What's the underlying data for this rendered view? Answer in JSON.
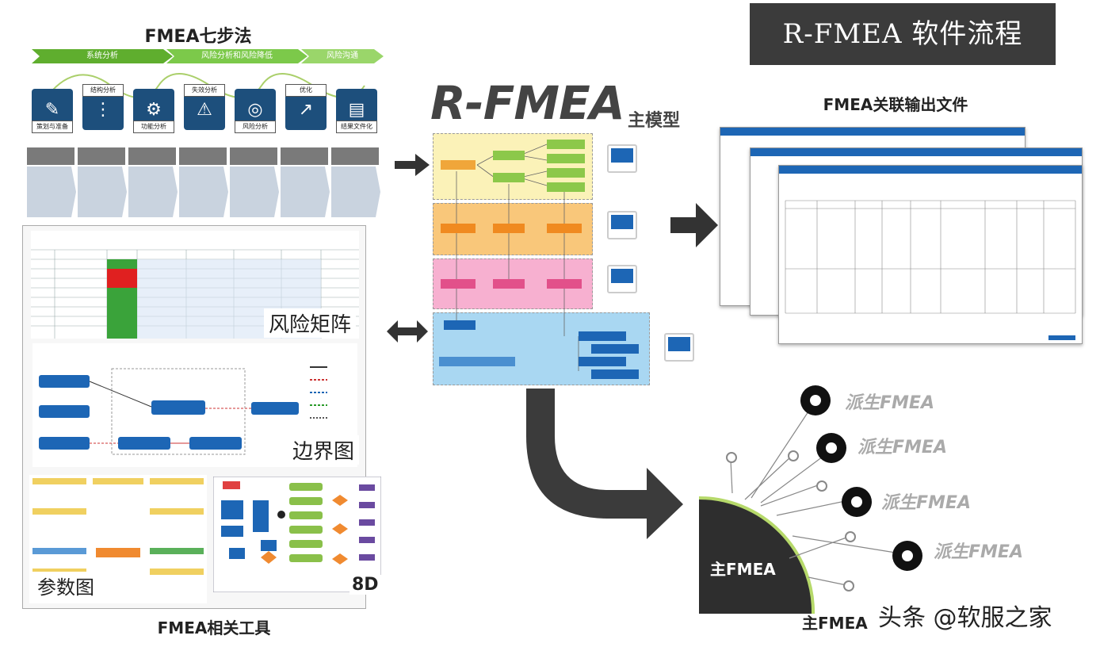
{
  "banner": {
    "title": "R-FMEA 软件流程"
  },
  "seven_steps": {
    "title": "FMEA七步法",
    "phases": [
      "系统分析",
      "风险分析和风险降低",
      "风险沟通"
    ],
    "labels": [
      "策划与准备",
      "结构分析",
      "功能分析",
      "失效分析",
      "风险分析",
      "优化",
      "结果文件化"
    ]
  },
  "model": {
    "title": "R-FMEA",
    "subtitle": "主模型"
  },
  "output": {
    "title": "FMEA关联输出文件"
  },
  "tools": {
    "title": "FMEA相关工具",
    "risk_matrix": "风险矩阵",
    "boundary": "边界图",
    "param": "参数图",
    "eightd": "8D"
  },
  "derived": {
    "main": "主FMEA",
    "items": [
      "派生FMEA",
      "派生FMEA",
      "派生FMEA",
      "派生FMEA"
    ],
    "bottom_label": "主FMEA"
  },
  "watermark": "头条 @软服之家",
  "colors": {
    "dark": "#3b3b3b",
    "navy": "#1d4f7c",
    "green": "#6cbf3a",
    "blue": "#1d66b5"
  }
}
